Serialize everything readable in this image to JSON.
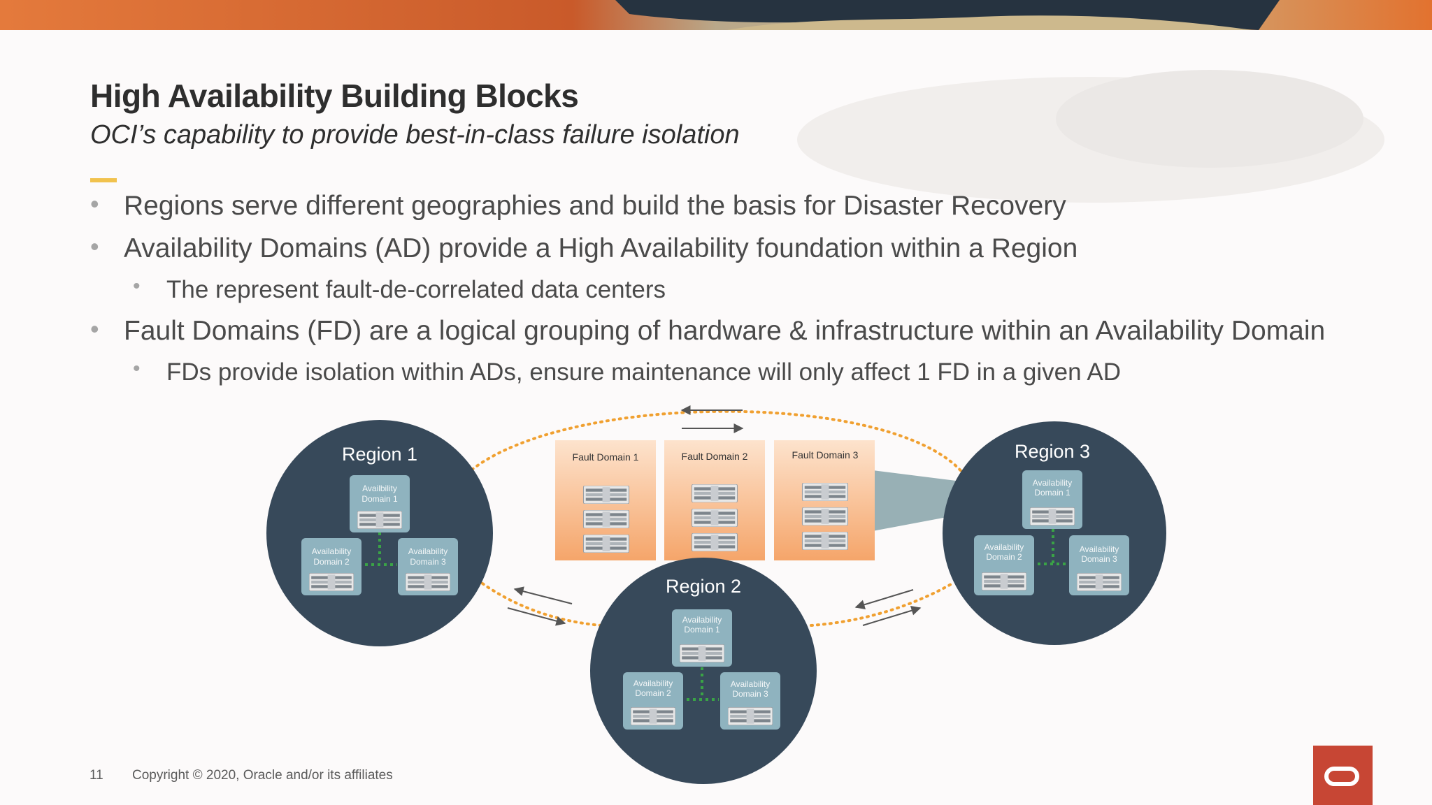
{
  "slide": {
    "title": "High Availability Building Blocks",
    "subtitle": "OCI’s capability to provide best-in-class failure isolation",
    "bullets": [
      {
        "level": 1,
        "text": "Regions serve different geographies and build the basis for Disaster Recovery"
      },
      {
        "level": 1,
        "text": "Availability Domains (AD) provide a High Availability foundation within a Region"
      },
      {
        "level": 2,
        "text": "The represent fault-de-correlated data centers"
      },
      {
        "level": 1,
        "text": "Fault Domains (FD) are a logical grouping of hardware & infrastructure within an Availability Domain"
      },
      {
        "level": 2,
        "text": "FDs provide isolation within ADs, ensure maintenance will only affect 1 FD in a given AD"
      }
    ]
  },
  "diagram": {
    "regions": [
      {
        "name": "Region 1",
        "ads": [
          [
            "Availbility",
            "Domain 1"
          ],
          [
            "Availability",
            "Domain 2"
          ],
          [
            "Availability",
            "Domain 3"
          ]
        ]
      },
      {
        "name": "Region 2",
        "ads": [
          [
            "Availability",
            "Domain 1"
          ],
          [
            "Availability",
            "Domain 2"
          ],
          [
            "Availability",
            "Domain 3"
          ]
        ]
      },
      {
        "name": "Region 3",
        "ads": [
          [
            "Availability",
            "Domain 1"
          ],
          [
            "Availability",
            "Domain 2"
          ],
          [
            "Availability",
            "Domain 3"
          ]
        ]
      }
    ],
    "fault_domains": [
      "Fault Domain 1",
      "Fault Domain 2",
      "Fault Domain 3"
    ]
  },
  "footer": {
    "page_number": "11",
    "copyright": "Copyright © 2020, Oracle and/or its affiliates"
  },
  "colors": {
    "region_fill": "#37495a",
    "ad_fill": "#8fb3bf",
    "fault_domain_fill": "#f6b07a",
    "dotted_link": "#f0a030",
    "ad_link": "#3aa346",
    "accent": "#f1c24d",
    "oracle_red": "#c74634"
  },
  "icons": [
    "server-rack-icon",
    "arrow-icon",
    "oracle-logo"
  ]
}
